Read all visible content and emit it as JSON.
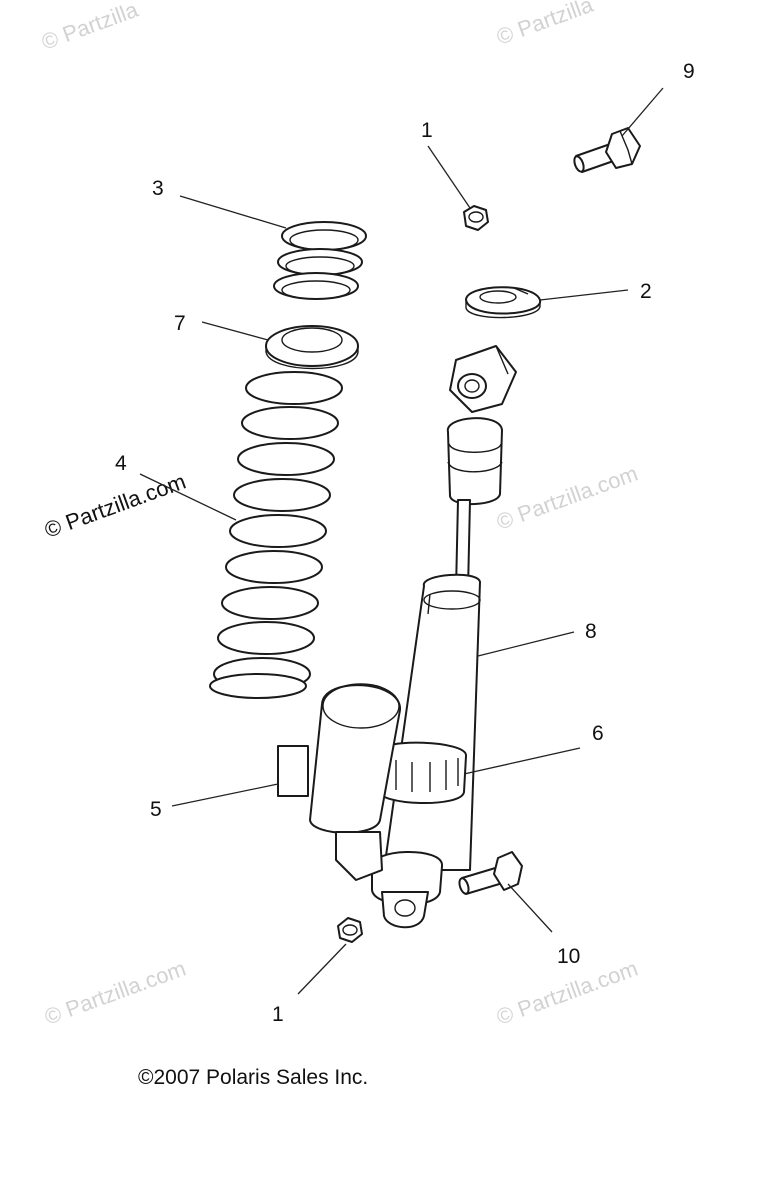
{
  "watermarks": {
    "main": "© Partzilla.com",
    "faint_top_left": "© Partzilla",
    "faint_top_right": "© Partzilla",
    "faint_mid_right": "© Partzilla.com",
    "faint_bottom_left": "© Partzilla.com",
    "faint_bottom_right": "© Partzilla.com"
  },
  "callouts": {
    "c1_top": "1",
    "c1_bottom": "1",
    "c2": "2",
    "c3": "3",
    "c4": "4",
    "c5": "5",
    "c6": "6",
    "c7": "7",
    "c8": "8",
    "c9": "9",
    "c10": "10"
  },
  "copyright": "©2007 Polaris Sales Inc."
}
